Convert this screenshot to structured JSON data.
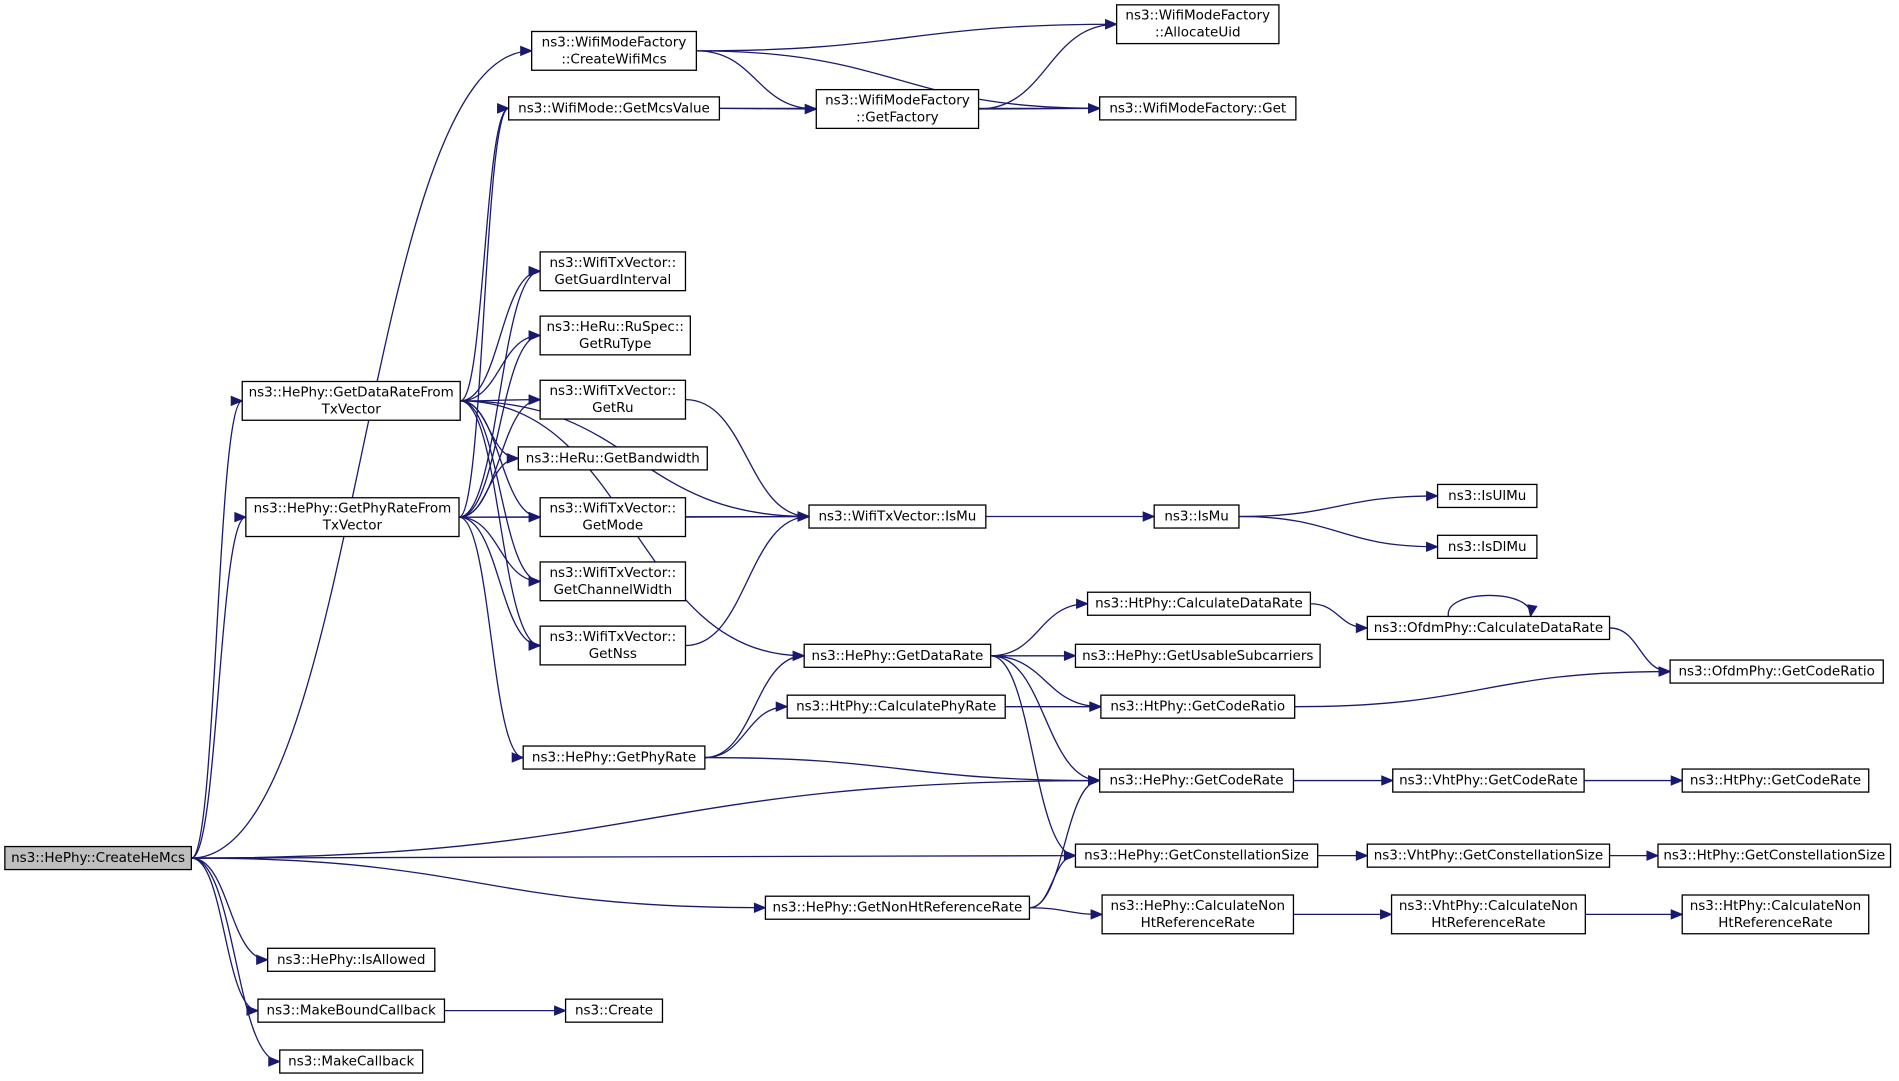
{
  "colors": {
    "edge": "#191970",
    "root_fill": "#bfbfbf",
    "node_fill": "#ffffff",
    "node_stroke": "#000000"
  },
  "nodes": {
    "createHeMcs": [
      "ns3::HePhy::CreateHeMcs"
    ],
    "createWifiMcs": [
      "ns3::WifiModeFactory",
      "::CreateWifiMcs"
    ],
    "allocateUid": [
      "ns3::WifiModeFactory",
      "::AllocateUid"
    ],
    "wmfGet": [
      "ns3::WifiModeFactory::Get"
    ],
    "getMcsValue": [
      "ns3::WifiMode::GetMcsValue"
    ],
    "getFactory": [
      "ns3::WifiModeFactory",
      "::GetFactory"
    ],
    "getGuardInterval": [
      "ns3::WifiTxVector::",
      "GetGuardInterval"
    ],
    "getRuType": [
      "ns3::HeRu::RuSpec::",
      "GetRuType"
    ],
    "getDataRateFromTx": [
      "ns3::HePhy::GetDataRateFrom",
      "TxVector"
    ],
    "getRu": [
      "ns3::WifiTxVector::",
      "GetRu"
    ],
    "getBandwidth": [
      "ns3::HeRu::GetBandwidth"
    ],
    "getPhyRateFromTx": [
      "ns3::HePhy::GetPhyRateFrom",
      "TxVector"
    ],
    "getMode": [
      "ns3::WifiTxVector::",
      "GetMode"
    ],
    "isMuTx": [
      "ns3::WifiTxVector::IsMu"
    ],
    "isMu": [
      "ns3::IsMu"
    ],
    "isUlMu": [
      "ns3::IsUlMu"
    ],
    "isDlMu": [
      "ns3::IsDlMu"
    ],
    "getChannelWidth": [
      "ns3::WifiTxVector::",
      "GetChannelWidth"
    ],
    "getNss": [
      "ns3::WifiTxVector::",
      "GetNss"
    ],
    "htCalcDataRate": [
      "ns3::HtPhy::CalculateDataRate"
    ],
    "ofdmCalcDataRate": [
      "ns3::OfdmPhy::CalculateDataRate"
    ],
    "hePhyGetDataRate": [
      "ns3::HePhy::GetDataRate"
    ],
    "getUsableSubcarriers": [
      "ns3::HePhy::GetUsableSubcarriers"
    ],
    "ofdmGetCodeRatio": [
      "ns3::OfdmPhy::GetCodeRatio"
    ],
    "htCalcPhyRate": [
      "ns3::HtPhy::CalculatePhyRate"
    ],
    "htGetCodeRatio": [
      "ns3::HtPhy::GetCodeRatio"
    ],
    "heGetPhyRate": [
      "ns3::HePhy::GetPhyRate"
    ],
    "heGetCodeRate": [
      "ns3::HePhy::GetCodeRate"
    ],
    "vhtGetCodeRate": [
      "ns3::VhtPhy::GetCodeRate"
    ],
    "htGetCodeRate": [
      "ns3::HtPhy::GetCodeRate"
    ],
    "heGetConstSize": [
      "ns3::HePhy::GetConstellationSize"
    ],
    "vhtGetConstSize": [
      "ns3::VhtPhy::GetConstellationSize"
    ],
    "htGetConstSize": [
      "ns3::HtPhy::GetConstellationSize"
    ],
    "heGetNonHtRef": [
      "ns3::HePhy::GetNonHtReferenceRate"
    ],
    "heCalcNonHt": [
      "ns3::HePhy::CalculateNon",
      "HtReferenceRate"
    ],
    "vhtCalcNonHt": [
      "ns3::VhtPhy::CalculateNon",
      "HtReferenceRate"
    ],
    "htCalcNonHt": [
      "ns3::HtPhy::CalculateNon",
      "HtReferenceRate"
    ],
    "isAllowed": [
      "ns3::HePhy::IsAllowed"
    ],
    "makeBoundCallback": [
      "ns3::MakeBoundCallback"
    ],
    "create": [
      "ns3::Create"
    ],
    "makeCallback": [
      "ns3::MakeCallback"
    ]
  },
  "edges": [
    [
      "createHeMcs",
      "createWifiMcs"
    ],
    [
      "createHeMcs",
      "getDataRateFromTx"
    ],
    [
      "createHeMcs",
      "getPhyRateFromTx"
    ],
    [
      "createHeMcs",
      "heGetCodeRate"
    ],
    [
      "createHeMcs",
      "heGetConstSize"
    ],
    [
      "createHeMcs",
      "heGetNonHtRef"
    ],
    [
      "createHeMcs",
      "isAllowed"
    ],
    [
      "createHeMcs",
      "makeBoundCallback"
    ],
    [
      "createHeMcs",
      "makeCallback"
    ],
    [
      "createWifiMcs",
      "allocateUid"
    ],
    [
      "createWifiMcs",
      "wmfGet"
    ],
    [
      "createWifiMcs",
      "getFactory"
    ],
    [
      "getFactory",
      "allocateUid"
    ],
    [
      "getFactory",
      "wmfGet"
    ],
    [
      "getMcsValue",
      "getFactory"
    ],
    [
      "getMcsValue",
      "wmfGet"
    ],
    [
      "getDataRateFromTx",
      "getMcsValue"
    ],
    [
      "getDataRateFromTx",
      "isMuTx"
    ],
    [
      "getDataRateFromTx",
      "getGuardInterval"
    ],
    [
      "getDataRateFromTx",
      "getRuType"
    ],
    [
      "getDataRateFromTx",
      "getRu"
    ],
    [
      "getDataRateFromTx",
      "getBandwidth"
    ],
    [
      "getDataRateFromTx",
      "getMode"
    ],
    [
      "getDataRateFromTx",
      "getChannelWidth"
    ],
    [
      "getDataRateFromTx",
      "getNss"
    ],
    [
      "getDataRateFromTx",
      "hePhyGetDataRate"
    ],
    [
      "getPhyRateFromTx",
      "getMcsValue"
    ],
    [
      "getPhyRateFromTx",
      "getGuardInterval"
    ],
    [
      "getPhyRateFromTx",
      "getRuType"
    ],
    [
      "getPhyRateFromTx",
      "getRu"
    ],
    [
      "getPhyRateFromTx",
      "getBandwidth"
    ],
    [
      "getPhyRateFromTx",
      "getMode"
    ],
    [
      "getPhyRateFromTx",
      "getChannelWidth"
    ],
    [
      "getPhyRateFromTx",
      "getNss"
    ],
    [
      "getPhyRateFromTx",
      "isMuTx"
    ],
    [
      "getPhyRateFromTx",
      "heGetPhyRate"
    ],
    [
      "getRu",
      "isMuTx"
    ],
    [
      "getMode",
      "isMuTx"
    ],
    [
      "getNss",
      "isMuTx"
    ],
    [
      "isMuTx",
      "isMu"
    ],
    [
      "isMu",
      "isUlMu"
    ],
    [
      "isMu",
      "isDlMu"
    ],
    [
      "hePhyGetDataRate",
      "htCalcDataRate"
    ],
    [
      "hePhyGetDataRate",
      "getUsableSubcarriers"
    ],
    [
      "hePhyGetDataRate",
      "htGetCodeRatio"
    ],
    [
      "hePhyGetDataRate",
      "heGetCodeRate"
    ],
    [
      "hePhyGetDataRate",
      "heGetConstSize"
    ],
    [
      "htCalcDataRate",
      "ofdmCalcDataRate"
    ],
    [
      "ofdmCalcDataRate",
      "ofdmCalcDataRate"
    ],
    [
      "ofdmCalcDataRate",
      "ofdmGetCodeRatio"
    ],
    [
      "heGetPhyRate",
      "hePhyGetDataRate"
    ],
    [
      "heGetPhyRate",
      "htCalcPhyRate"
    ],
    [
      "heGetPhyRate",
      "heGetCodeRate"
    ],
    [
      "htCalcPhyRate",
      "htGetCodeRatio"
    ],
    [
      "htGetCodeRatio",
      "ofdmGetCodeRatio"
    ],
    [
      "heGetCodeRate",
      "vhtGetCodeRate"
    ],
    [
      "vhtGetCodeRate",
      "htGetCodeRate"
    ],
    [
      "heGetConstSize",
      "vhtGetConstSize"
    ],
    [
      "vhtGetConstSize",
      "htGetConstSize"
    ],
    [
      "heGetNonHtRef",
      "heGetCodeRate"
    ],
    [
      "heGetNonHtRef",
      "heGetConstSize"
    ],
    [
      "heGetNonHtRef",
      "heCalcNonHt"
    ],
    [
      "heCalcNonHt",
      "vhtCalcNonHt"
    ],
    [
      "vhtCalcNonHt",
      "htCalcNonHt"
    ],
    [
      "makeBoundCallback",
      "create"
    ]
  ]
}
